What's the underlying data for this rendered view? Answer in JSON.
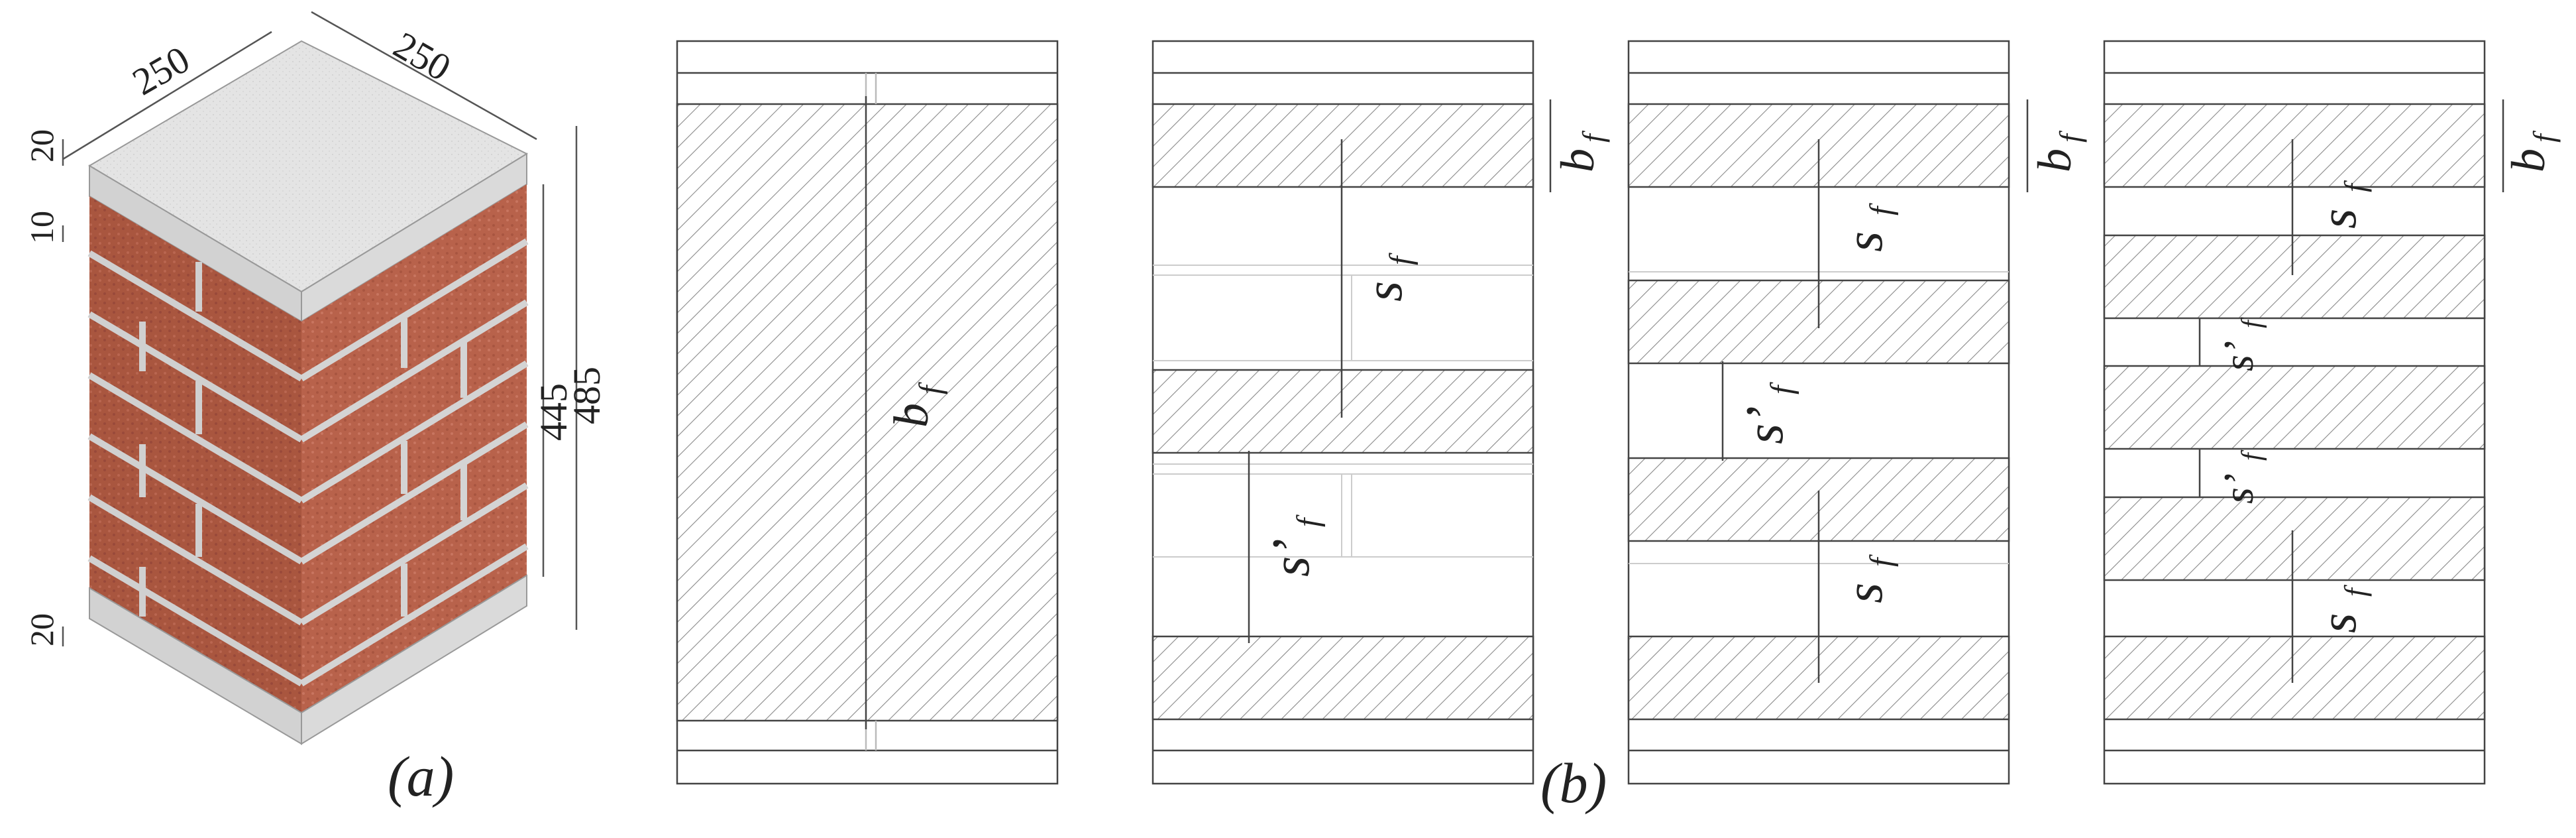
{
  "panel_a": {
    "dims": {
      "width_left": "250",
      "width_right": "250",
      "top_cap": "20",
      "first_joint": "10",
      "bottom_cap": "20",
      "inner_height": "445",
      "total_height": "485"
    },
    "caption": "(a)"
  },
  "panel_b": {
    "caption": "(b)",
    "labels": {
      "b_main": "b",
      "f_sub": "f",
      "s_main": "s",
      "s_prime_main": "s’"
    }
  },
  "colors": {
    "brick": "#b8624b",
    "mortar": "#cfcfcf",
    "concrete_top": "#e6e6e6",
    "line": "#444444",
    "hatch": "#8a8a8a"
  }
}
